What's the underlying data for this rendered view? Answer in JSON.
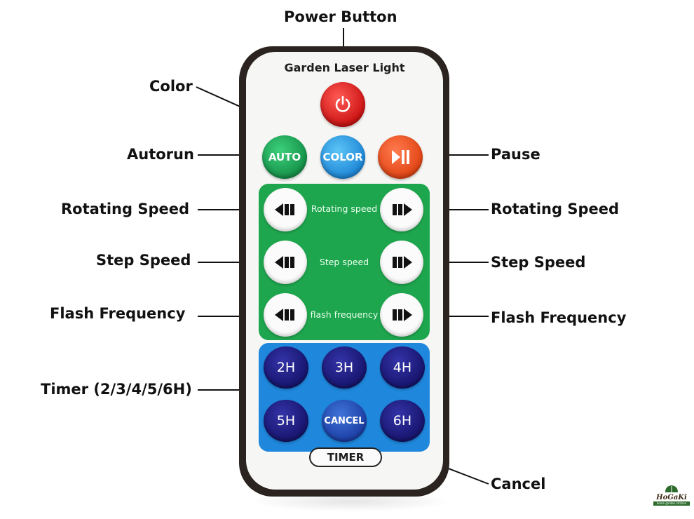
{
  "remote": {
    "brand": "Garden Laser Light",
    "buttons": {
      "auto": "AUTO",
      "color": "COLOR",
      "timer_2h": "2H",
      "timer_3h": "3H",
      "timer_4h": "4H",
      "timer_5h": "5H",
      "timer_cancel": "CANCEL",
      "timer_6h": "6H"
    },
    "panel_labels": {
      "rotating": "Rotating speed",
      "step": "Step speed",
      "flash": "flash frequency"
    },
    "timer_label": "TIMER"
  },
  "callouts": {
    "power": "Power Button",
    "color": "Color",
    "autorun": "Autorun",
    "pause": "Pause",
    "rotating_left": "Rotating Speed",
    "rotating_right": "Rotating Speed",
    "step_left": "Step Speed",
    "step_right": "Step Speed",
    "flash_left": "Flash Frequency",
    "flash_right": "Flash Frequency",
    "timer": "Timer (2/3/4/5/6H)",
    "cancel": "Cancel"
  },
  "logo": {
    "name": "HoGaKi",
    "tagline": "home garden kitchen"
  },
  "colors": {
    "power": "#d91a18",
    "auto": "#1fae56",
    "color": "#2f9fe6",
    "pause": "#f05a28",
    "green_panel": "#1ea64e",
    "blue_panel": "#1f88dd",
    "timer_buttons": "#1c1a80"
  },
  "icons": [
    "power-icon",
    "play-pause-icon",
    "arrow-left-icon",
    "arrow-right-icon",
    "leaf-logo-icon"
  ]
}
